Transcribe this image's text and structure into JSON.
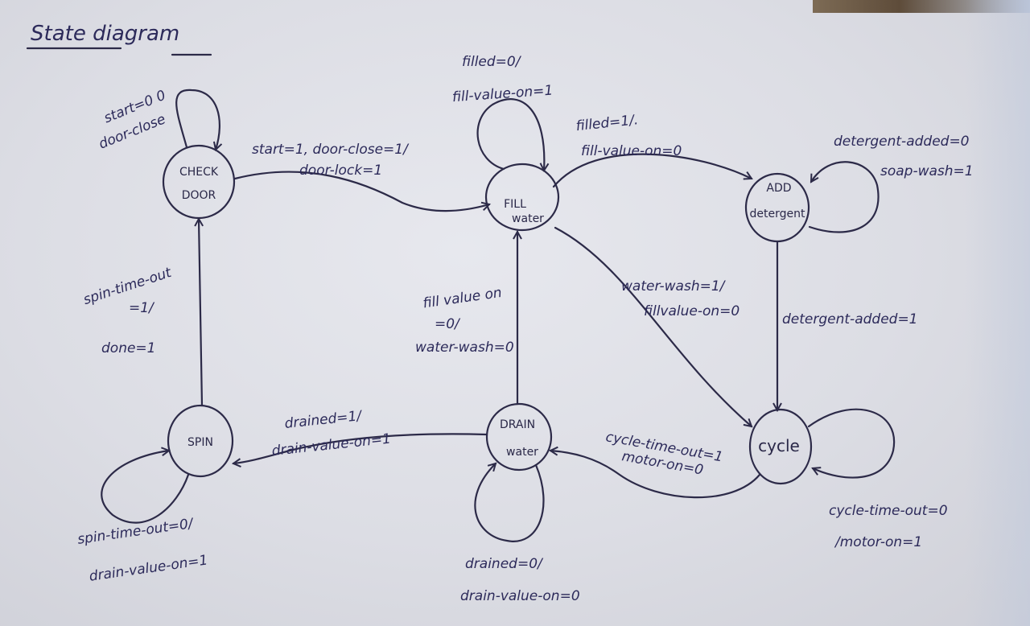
{
  "title": "State diagram",
  "states": {
    "check_door": [
      "CHECK",
      "DOOR"
    ],
    "fill_water": [
      "FILL",
      "water"
    ],
    "add_detergent": [
      "ADD",
      "detergent"
    ],
    "cycle": [
      "cycle"
    ],
    "drain_water": [
      "DRAIN",
      "water"
    ],
    "spin": [
      "SPIN"
    ]
  },
  "transitions": {
    "check_self": [
      "start=0 0",
      "door-close"
    ],
    "check_to_fill": [
      "start=1, door-close=1/",
      "door-lock=1"
    ],
    "fill_self": [
      "filled=0/",
      "fill-value-on=1"
    ],
    "fill_to_add": [
      "filled=1/.",
      "fill-value-on=0"
    ],
    "add_self": [
      "detergent-added=0",
      "soap-wash=1"
    ],
    "add_to_cycle": [
      "detergent-added=1"
    ],
    "fill_to_cycle": [
      "water-wash=1/",
      "fillvalue-on=0"
    ],
    "drain_to_fill": [
      "fill value on",
      "=0/",
      "water-wash=0"
    ],
    "cycle_self": [
      "cycle-time-out=0",
      "/motor-on=1"
    ],
    "cycle_to_drain": [
      "cycle-time-out=1",
      "motor-on=0"
    ],
    "drain_self": [
      "drained=0/",
      "drain-value-on=0"
    ],
    "drain_to_spin": [
      "drained=1/",
      "drain-value-on=1"
    ],
    "spin_self": [
      "spin-time-out=0/",
      "drain-value-on=1"
    ],
    "spin_to_check": [
      "spin-time-out",
      "=1/",
      "done=1"
    ]
  }
}
